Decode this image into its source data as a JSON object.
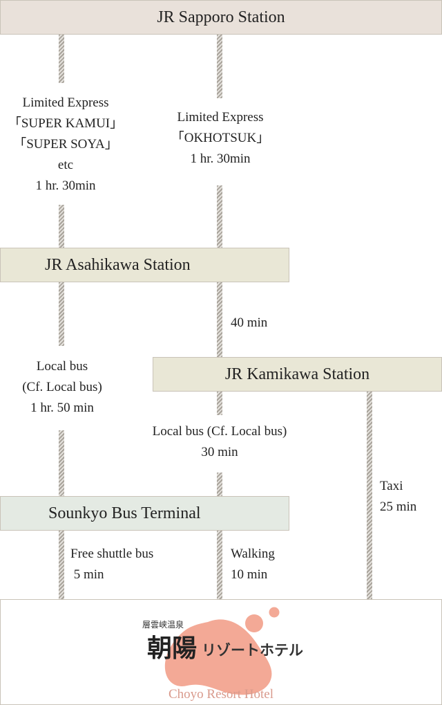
{
  "stations": {
    "sapporo": "JR Sapporo Station",
    "asahikawa": "JR Asahikawa Station",
    "kamikawa": "JR Kamikawa Station",
    "sounkyo": "Sounkyo Bus Terminal"
  },
  "routes": {
    "sapporo_asahikawa_left": [
      "Limited Express",
      "「SUPER KAMUI」",
      "「SUPER SOYA」",
      "etc",
      "1 hr. 30min"
    ],
    "sapporo_asahikawa_right": [
      "Limited Express",
      "「OKHOTSUK」",
      "1 hr. 30min"
    ],
    "asahikawa_kamikawa": [
      "40 min"
    ],
    "asahikawa_sounkyo": [
      "Local bus",
      "(Cf. Local bus)",
      "1 hr. 50 min"
    ],
    "kamikawa_sounkyo": [
      "Local bus (Cf. Local bus)",
      "30 min"
    ],
    "kamikawa_hotel_taxi": [
      "Taxi",
      "25 min"
    ],
    "sounkyo_hotel_shuttle": [
      "Free shuttle bus",
      " 5 min"
    ],
    "sounkyo_hotel_walking": [
      "Walking",
      "10 min"
    ]
  },
  "hotel": {
    "small_name": "層雲峡温泉",
    "name_kanji": "朝陽",
    "name_kana": "リゾートホテル",
    "name_en": "Choyo Resort Hotel"
  },
  "colors": {
    "sapporo_box": "#e9e1da",
    "asahikawa_box": "#e9e7d6",
    "kamikawa_box": "#e9e7d6",
    "sounkyo_box": "#e4eae3",
    "logo_pink": "#f3a996",
    "logo_text": "#d99a8c"
  }
}
